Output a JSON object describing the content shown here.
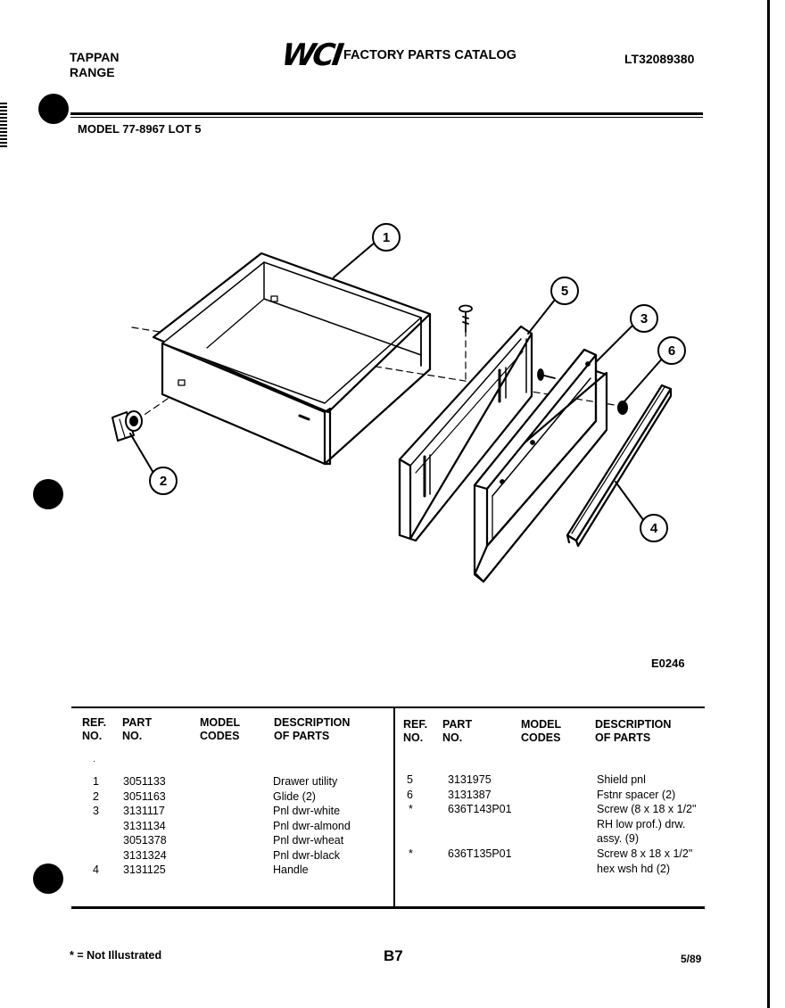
{
  "header": {
    "brand_line1": "TAPPAN",
    "brand_line2": "RANGE",
    "logo": "WCI",
    "catalog_title": "FACTORY PARTS CATALOG",
    "catalog_number": "LT32089380",
    "model_line": "MODEL 77-8967 LOT 5"
  },
  "diagram": {
    "figure_code": "E0246",
    "callouts": [
      "1",
      "2",
      "3",
      "4",
      "5",
      "6"
    ]
  },
  "table": {
    "left_headers": {
      "ref": [
        "REF.",
        "NO."
      ],
      "part": [
        "PART",
        "NO."
      ],
      "model": [
        "MODEL",
        "CODES"
      ],
      "desc": [
        "DESCRIPTION",
        "OF PARTS"
      ]
    },
    "right_headers": {
      "ref": [
        "REF.",
        "NO."
      ],
      "part": [
        "PART",
        "NO."
      ],
      "model": [
        "MODEL",
        "CODES"
      ],
      "desc": [
        "DESCRIPTION",
        "OF PARTS"
      ]
    },
    "left_rows": [
      {
        "ref": "1",
        "part": "3051133",
        "desc": "Drawer utility"
      },
      {
        "ref": "2",
        "part": "3051163",
        "desc": "Glide (2)"
      },
      {
        "ref": "3",
        "part": "3131117",
        "desc": "Pnl dwr-white"
      },
      {
        "ref": "",
        "part": "3131134",
        "desc": "Pnl dwr-almond"
      },
      {
        "ref": "",
        "part": "3051378",
        "desc": "Pnl dwr-wheat"
      },
      {
        "ref": "",
        "part": "3131324",
        "desc": "Pnl dwr-black"
      },
      {
        "ref": "4",
        "part": "3131125",
        "desc": "Handle"
      }
    ],
    "right_rows": [
      {
        "ref": "5",
        "part": "3131975",
        "desc": "Shield pnl"
      },
      {
        "ref": "6",
        "part": "3131387",
        "desc": "Fstnr spacer (2)"
      },
      {
        "ref": "*",
        "part": "636T143P01",
        "desc": "Screw (8 x 18 x 1/2\"\nRH low prof.) drw.\nassy. (9)"
      },
      {
        "ref": "*",
        "part": "636T135P01",
        "desc": "Screw 8 x 18 x 1/2\"\nhex wsh hd (2)"
      }
    ]
  },
  "footer": {
    "legend": "* = Not Illustrated",
    "page": "B7",
    "date": "5/89"
  }
}
